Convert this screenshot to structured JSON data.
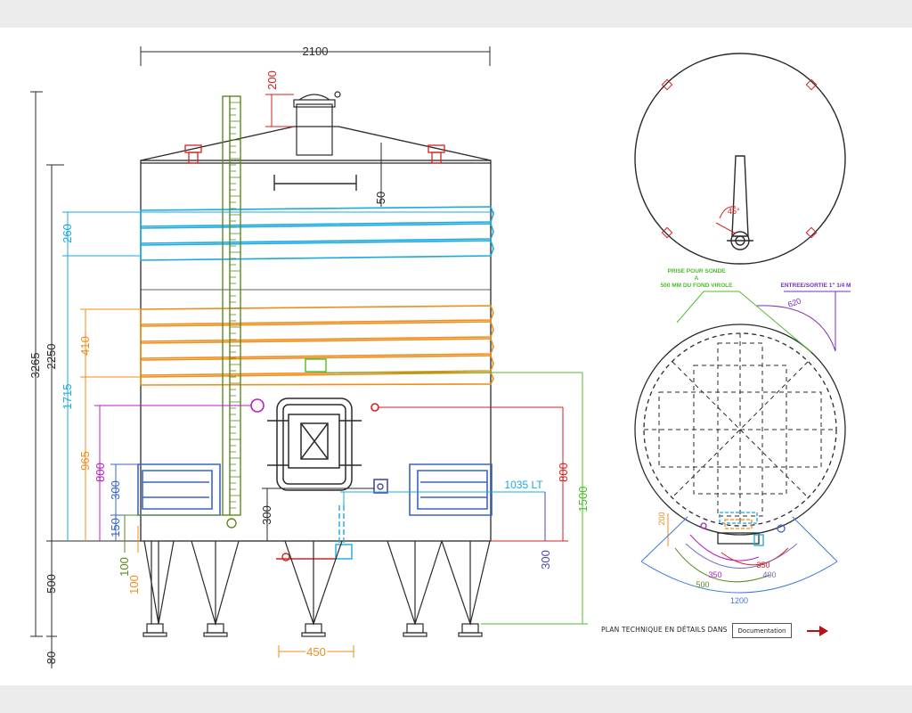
{
  "colors": {
    "outline": "#2a2a2a",
    "cyan": "#1aa9e0",
    "orange": "#ef8c1a",
    "green": "#4cbd2a",
    "olive": "#5a8a1e",
    "red": "#d62020",
    "magenta": "#b51fc2",
    "purple": "#7a2cc2",
    "blue": "#3a63c8",
    "navy": "#4a4aa8",
    "arrow": "#b5121b"
  },
  "dimensions": {
    "width_total": "2100",
    "hatch_height": "200",
    "ladder_offset": "50",
    "height_total": "3265",
    "height_body": "2250",
    "height_1715": "1715",
    "band_260": "260",
    "band_410": "410",
    "height_965": "965",
    "manhole_800_left": "800",
    "manhole_800_right": "800",
    "jacket_300": "300",
    "level_150": "150",
    "level_100_a": "100",
    "level_100_b": "100",
    "legs_500": "500",
    "feet_80": "80",
    "valve_300": "300",
    "outlet_300": "300",
    "height_1500": "1500",
    "volume": "1035 LT",
    "outlet_450": "450"
  },
  "top_view": {
    "angle": "45°"
  },
  "bottom_view": {
    "probe_note_line1": "PRISE POUR SONDE",
    "probe_note_line2": "A",
    "probe_note_line3": "500 MM DU FOND VIROLE",
    "inlet_note": "ENTREE/SORTIE 1\" 1/4 M",
    "dim_620": "620",
    "dim_200": "200",
    "dim_350_a": "350",
    "dim_350_b": "350",
    "dim_400": "400",
    "dim_500": "500",
    "dim_1200": "1200"
  },
  "footer": {
    "plan_label": "PLAN TECHNIQUE EN DÉTAILS DANS",
    "doc_button": "Documentation",
    "arrow_icon": "right-arrow-icon"
  }
}
